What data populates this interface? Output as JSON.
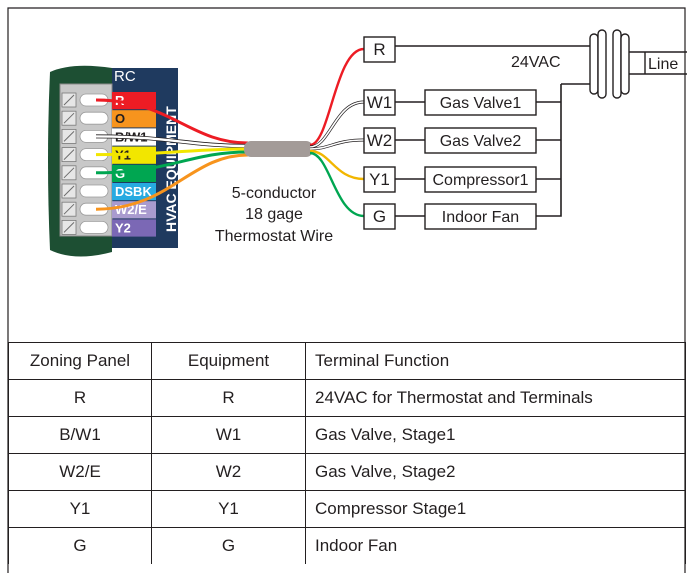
{
  "panel": {
    "header": "RC",
    "vertical_label": "HVAC EQUIPMENT",
    "terminals": [
      {
        "label": "R",
        "color": "#ed1c24"
      },
      {
        "label": "O",
        "color": "#f7941d"
      },
      {
        "label": "B/W1",
        "color": "#ffffff"
      },
      {
        "label": "Y1",
        "color": "#f2e600"
      },
      {
        "label": "G",
        "color": "#00a651"
      },
      {
        "label": "DSBK",
        "color": "#27aae1"
      },
      {
        "label": "W2/E",
        "color": "#a99bcf"
      },
      {
        "label": "Y2",
        "color": "#7b68b5"
      }
    ]
  },
  "cable_label": [
    "5-conductor",
    "18 gage",
    "Thermostat Wire"
  ],
  "equipment": {
    "terminals": [
      "R",
      "W1",
      "W2",
      "Y1",
      "G"
    ],
    "devices": [
      "Gas Valve1",
      "Gas Valve2",
      "Compressor1",
      "Indoor Fan"
    ],
    "transformer_label": "24VAC",
    "line_label": "Line"
  },
  "colors": {
    "panel_green": "#1d4f33",
    "panel_navy": "#1f3a5f",
    "cable_gray": "#a39b98",
    "line": "#231f20"
  },
  "table": {
    "headers": [
      "Zoning Panel",
      "Equipment",
      "Terminal Function"
    ],
    "rows": [
      [
        "R",
        "R",
        "24VAC for Thermostat and Terminals"
      ],
      [
        "B/W1",
        "W1",
        "Gas Valve, Stage1"
      ],
      [
        "W2/E",
        "W2",
        "Gas Valve, Stage2"
      ],
      [
        "Y1",
        "Y1",
        "Compressor Stage1"
      ],
      [
        "G",
        "G",
        "Indoor Fan"
      ]
    ]
  }
}
